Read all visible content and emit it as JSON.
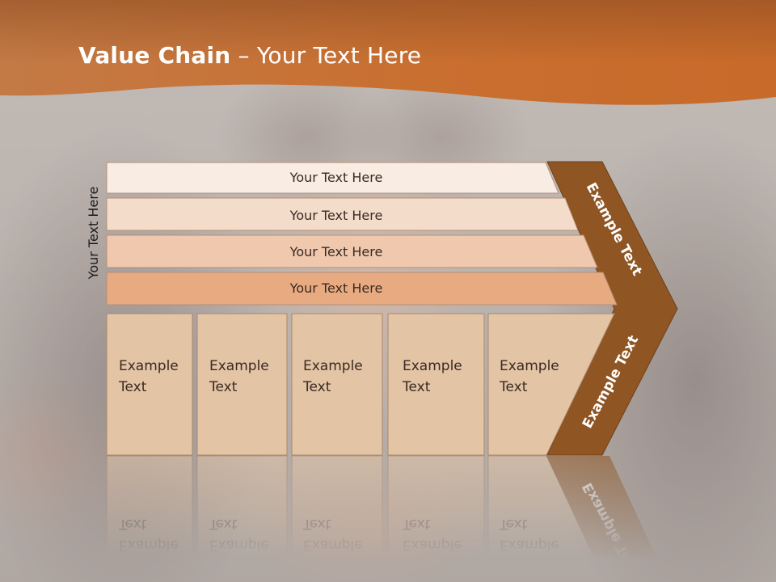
{
  "slide": {
    "title_bold": "Value Chain",
    "title_rest": " – Your Text Here"
  },
  "diagram": {
    "side_label": "Your Text Here",
    "support_rows": [
      {
        "label": "Your Text Here",
        "color": "#f8ece3"
      },
      {
        "label": "Your Text Here",
        "color": "#f4dcca"
      },
      {
        "label": "Your Text Here",
        "color": "#efc8ae"
      },
      {
        "label": "Your Text Here",
        "color": "#e8ab81"
      }
    ],
    "primary_boxes": [
      {
        "line1": "Example",
        "line2": "Text"
      },
      {
        "line1": "Example",
        "line2": "Text"
      },
      {
        "line1": "Example",
        "line2": "Text"
      },
      {
        "line1": "Example",
        "line2": "Text"
      },
      {
        "line1": "Example",
        "line2": "Text"
      }
    ],
    "margin_labels": [
      "Example Text",
      "Example Text"
    ],
    "colors": {
      "header": "#c8733a",
      "arrow": "#8f5523",
      "box": "#e3c4a5",
      "text": "#3a2a22"
    }
  }
}
